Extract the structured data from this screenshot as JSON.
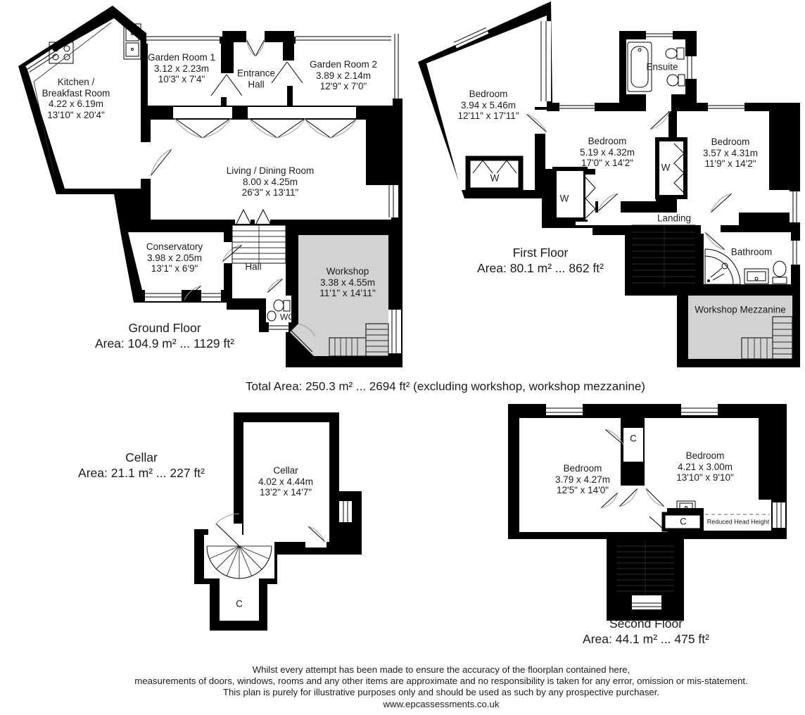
{
  "palette": {
    "wall": "#000000",
    "room": "#ffffff",
    "shaded": "#d2d2d2",
    "text": "#1b1b1b"
  },
  "total_area": "Total Area: 250.3 m² ... 2694 ft² (excluding workshop, workshop mezzanine)",
  "floors": {
    "ground": {
      "title": "Ground Floor",
      "area": "Area: 104.9 m² ... 1129 ft²",
      "rooms": {
        "kitchen": {
          "l1": "Kitchen /",
          "l2": "Breakfast Room",
          "l3": "4.22 x 6.19m",
          "l4": "13'10\" x 20'4\""
        },
        "garden1": {
          "l1": "Garden Room 1",
          "l2": "3.12 x 2.23m",
          "l3": "10'3\" x 7'4\""
        },
        "entrance": {
          "l1": "Entrance",
          "l2": "Hall"
        },
        "garden2": {
          "l1": "Garden Room 2",
          "l2": "3.89 x 2.14m",
          "l3": "12'9\" x 7'0\""
        },
        "living": {
          "l1": "Living / Dining Room",
          "l2": "8.00 x 4.25m",
          "l3": "26'3\" x 13'11\""
        },
        "conservatory": {
          "l1": "Conservatory",
          "l2": "3.98 x 2.05m",
          "l3": "13'1\" x 6'9\""
        },
        "hall": {
          "l1": "Hall"
        },
        "wc": {
          "l1": "WC"
        },
        "workshop": {
          "l1": "Workshop",
          "l2": "3.38 x 4.55m",
          "l3": "11'1\" x 14'11\""
        }
      }
    },
    "first": {
      "title": "First Floor",
      "area": "Area: 80.1 m² ... 862 ft²",
      "w_label": "W",
      "rooms": {
        "bed1": {
          "l1": "Bedroom",
          "l2": "3.94 x 5.46m",
          "l3": "12'11\" x 17'11\""
        },
        "ensuite": {
          "l1": "Ensuite"
        },
        "bed2": {
          "l1": "Bedroom",
          "l2": "5.19 x 4.32m",
          "l3": "17'0\" x 14'2\""
        },
        "bed3": {
          "l1": "Bedroom",
          "l2": "3.57 x 4.31m",
          "l3": "11'9\" x 14'2\""
        },
        "landing": {
          "l1": "Landing"
        },
        "bathroom": {
          "l1": "Bathroom"
        },
        "mezzanine": {
          "l1": "Workshop Mezzanine"
        }
      }
    },
    "cellar": {
      "title": "Cellar",
      "area": "Area: 21.1 m² ... 227 ft²",
      "c_label": "C",
      "rooms": {
        "cellar": {
          "l1": "Cellar",
          "l2": "4.02 x 4.44m",
          "l3": "13'2\" x 14'7\""
        }
      }
    },
    "second": {
      "title": "Second Floor",
      "area": "Area: 44.1 m² ... 475 ft²",
      "c_label": "C",
      "reduced": "Reduced Head Height",
      "rooms": {
        "bedLeft": {
          "l1": "Bedroom",
          "l2": "3.79 x 4.27m",
          "l3": "12'5\" x 14'0\""
        },
        "bedRight": {
          "l1": "Bedroom",
          "l2": "4.21 x 3.00m",
          "l3": "13'10\" x 9'10\""
        }
      }
    }
  },
  "footer": {
    "line1": "Whilst every attempt has been made to ensure the accuracy of the floorplan contained here,",
    "line2": "measurements of doors, windows, rooms and any other items are approximate and no responsibility is taken for any error, omission or mis-statement.",
    "line3": "This plan is purely for illustrative purposes only and should be used as such by any prospective purchaser.",
    "website": "www.epcassessments.co.uk"
  }
}
